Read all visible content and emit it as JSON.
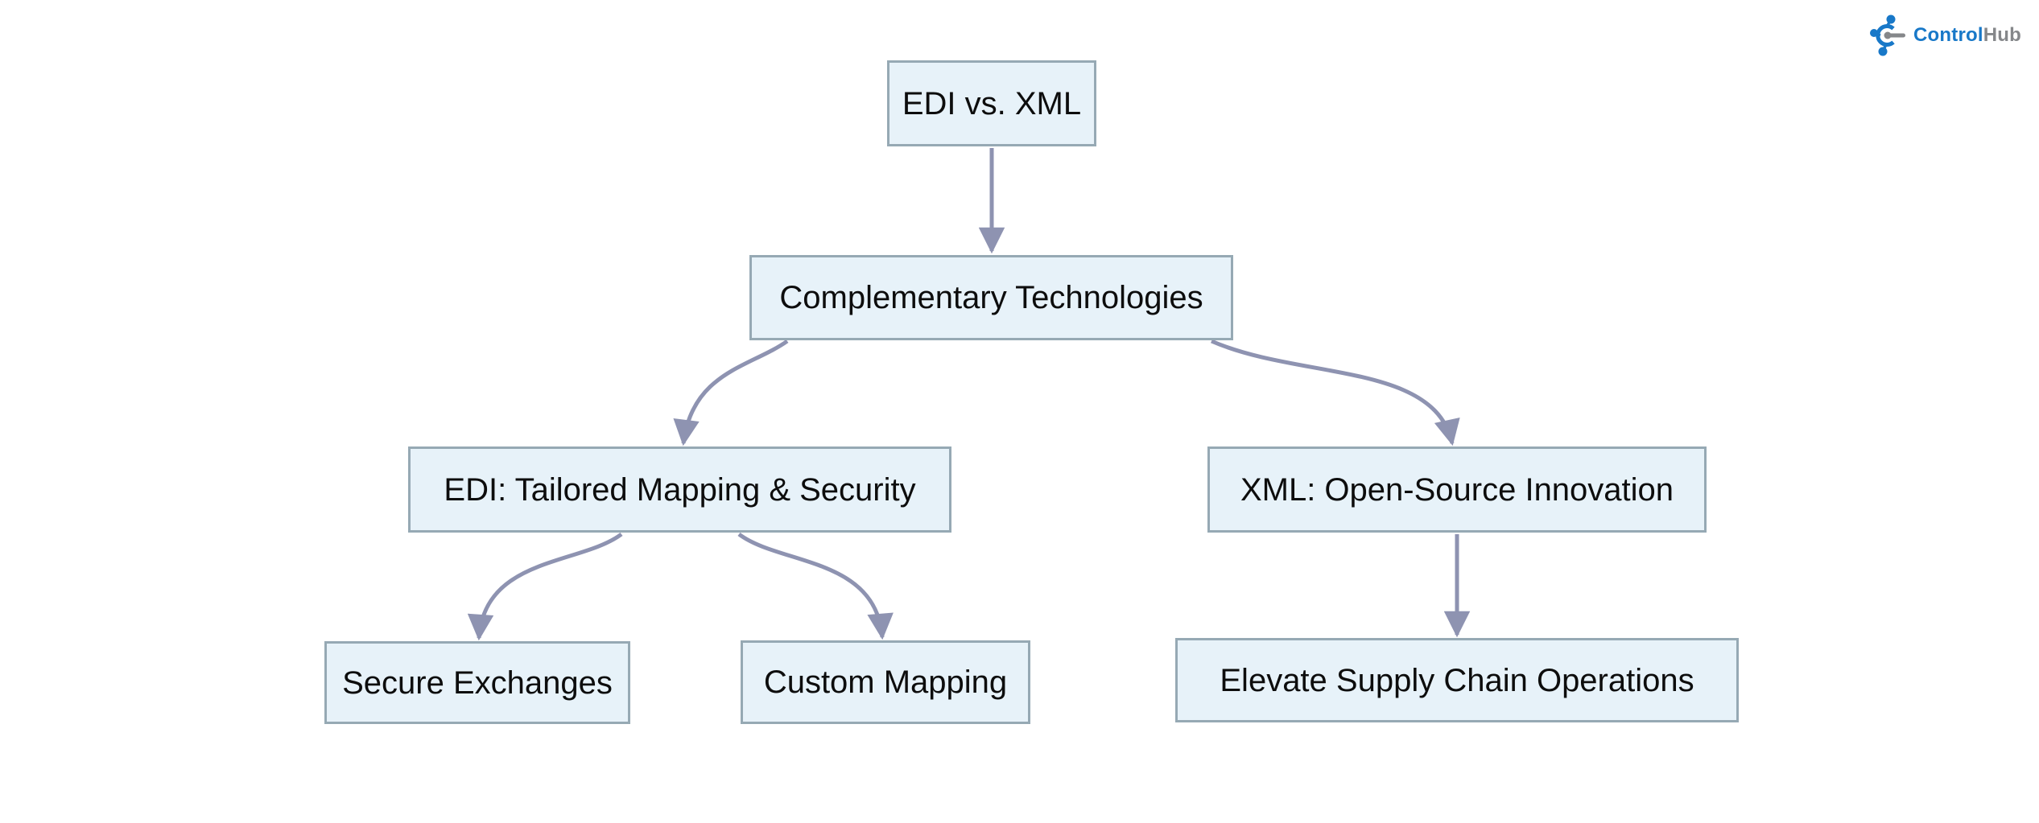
{
  "logo": {
    "control": "Control",
    "hub": "Hub",
    "color_primary": "#1878c8",
    "color_secondary": "#85878a"
  },
  "diagram": {
    "type": "flowchart-top-down",
    "node_fill": "#e7f2f9",
    "node_border_color": "#96a9b4",
    "edge_color": "#8e93b1",
    "text_color": "#0d0d0d",
    "nodes": [
      {
        "id": "root",
        "label": "EDI vs. XML"
      },
      {
        "id": "complementary",
        "label": "Complementary Technologies"
      },
      {
        "id": "edi",
        "label": "EDI: Tailored Mapping & Security"
      },
      {
        "id": "xml",
        "label": "XML: Open-Source Innovation"
      },
      {
        "id": "secure",
        "label": "Secure Exchanges"
      },
      {
        "id": "custom",
        "label": "Custom Mapping"
      },
      {
        "id": "elevate",
        "label": "Elevate Supply Chain Operations"
      }
    ],
    "edges": [
      {
        "from": "root",
        "to": "complementary"
      },
      {
        "from": "complementary",
        "to": "edi"
      },
      {
        "from": "complementary",
        "to": "xml"
      },
      {
        "from": "edi",
        "to": "secure"
      },
      {
        "from": "edi",
        "to": "custom"
      },
      {
        "from": "xml",
        "to": "elevate"
      }
    ]
  }
}
